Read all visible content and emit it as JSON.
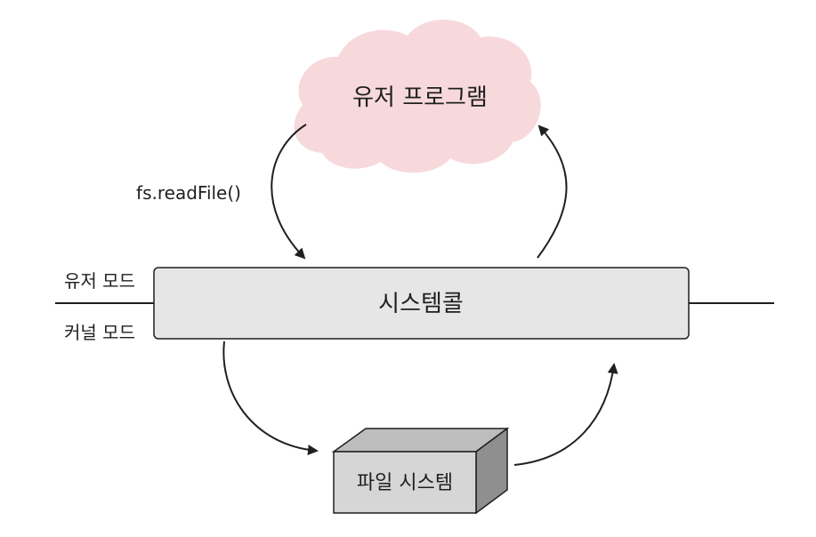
{
  "user_program": {
    "label": "유저 프로그램"
  },
  "syscall_call": {
    "label": "fs.readFile()"
  },
  "modes": {
    "user_mode": "유저 모드",
    "kernel_mode": "커널 모드"
  },
  "system_call": {
    "label": "시스템콜"
  },
  "file_system": {
    "label": "파일 시스템"
  },
  "colors": {
    "cloud_fill": "#f7d9dc",
    "bar_fill": "#e6e6e6",
    "box_front": "#d6d6d6",
    "box_top": "#bdbdbd",
    "box_side": "#8f8f8f",
    "stroke": "#1f1f1f"
  }
}
